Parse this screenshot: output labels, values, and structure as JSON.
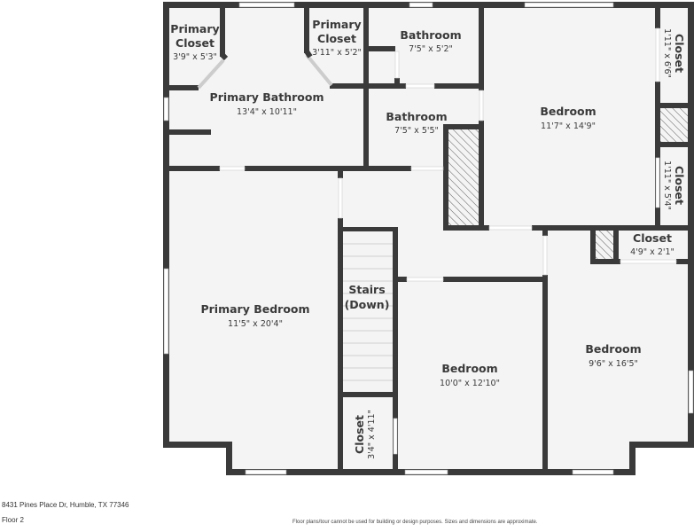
{
  "rooms": [
    {
      "id": "primary-closet-1",
      "name": "Primary",
      "name2": "Closet",
      "dims": "3'9\" x 5'3\""
    },
    {
      "id": "primary-closet-2",
      "name": "Primary",
      "name2": "Closet",
      "dims": "3'11\" x 5'2\""
    },
    {
      "id": "primary-bathroom",
      "name": "Primary Bathroom",
      "dims": "13'4\" x 10'11\""
    },
    {
      "id": "bathroom-1",
      "name": "Bathroom",
      "dims": "7'5\" x 5'2\""
    },
    {
      "id": "bathroom-2",
      "name": "Bathroom",
      "dims": "7'5\" x 5'5\""
    },
    {
      "id": "bedroom-1",
      "name": "Bedroom",
      "dims": "11'7\" x 14'9\""
    },
    {
      "id": "closet-upper-right",
      "name": "Closet",
      "dims": "1'11\" x 6'6\""
    },
    {
      "id": "closet-mid-right",
      "name": "Closet",
      "dims": "1'11\" x 5'4\""
    },
    {
      "id": "closet-small",
      "name": "Closet",
      "dims": "4'9\" x 2'1\""
    },
    {
      "id": "primary-bedroom",
      "name": "Primary Bedroom",
      "dims": "11'5\" x 20'4\""
    },
    {
      "id": "stairs",
      "name": "Stairs",
      "name2": "(Down)"
    },
    {
      "id": "bedroom-2",
      "name": "Bedroom",
      "dims": "10'0\" x 12'10\""
    },
    {
      "id": "bedroom-3",
      "name": "Bedroom",
      "dims": "9'6\" x 16'5\""
    },
    {
      "id": "closet-bottom",
      "name": "Closet",
      "dims": "3'4\" x 4'11\""
    }
  ],
  "footer": {
    "address": "8431 Pines Place Dr, Humble, TX 77346",
    "floor": "Floor 2",
    "disclaimer": "Floor plans/tour cannot be used for building or design purposes. Sizes and dimensions are approximate."
  },
  "colors": {
    "wall": "#3a3a3a",
    "floor": "#f4f4f4",
    "window": "#ffffff",
    "hatch": "#555555"
  }
}
